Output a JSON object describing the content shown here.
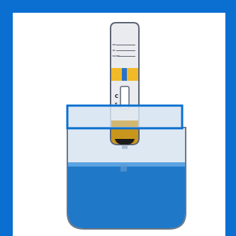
{
  "illustration": {
    "subject": "test-strip-dipped-in-liquid-cup",
    "colors": {
      "frame": "#0a6fd0",
      "background": "#ffffff",
      "strip_body": "#e9ebef",
      "strip_outline": "#5c6472",
      "label_lines": "#5c6472",
      "band": "#f2b928",
      "band_line": "#2a72c8",
      "liquid_in_strip": "#c9961d",
      "strip_tip": "#1b1b1b",
      "cup_glass": "#dde8f3",
      "cup_outline": "#6a7686",
      "liquid": "#1f79c8",
      "liquid_surface": "#5ba3e2",
      "highlight_band": "#d6e3f2",
      "highlight_border": "#0a6fd0"
    },
    "strip": {
      "label_fields": [
        "NO.",
        "ID:",
        "NAME:"
      ],
      "control_mark": "C",
      "test_mark": "T"
    }
  }
}
